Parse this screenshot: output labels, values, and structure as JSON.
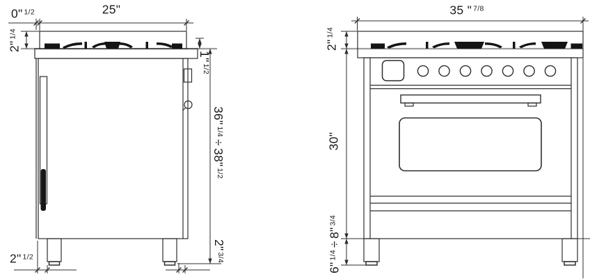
{
  "drawing": {
    "side_view": {
      "dim_front_overhang": {
        "v1": "0\"",
        "f1": "1/2"
      },
      "dim_depth": {
        "v1": "25\""
      },
      "dim_cooktop_band": {
        "v1": "2\"",
        "f1": "1/4"
      },
      "dim_grate_height": {
        "v1": "1\"",
        "f1": "1/2"
      },
      "dim_height_range": {
        "v1": "36\"",
        "f1": "1/4",
        "sep": "÷",
        "v2": "38\"",
        "f2": "1/2"
      },
      "dim_leg_inset_front": {
        "v1": "2\"",
        "f1": "1/2"
      },
      "dim_leg_inset_rear": {
        "v1": "2\"",
        "f1": "3/4"
      }
    },
    "front_view": {
      "dim_width": {
        "v1": "35 \"",
        "f1": "7/8"
      },
      "dim_cooktop_band": {
        "v1": "2\"",
        "f1": "1/4"
      },
      "dim_body_height": {
        "v1": "30\""
      },
      "dim_leg_height_range": {
        "v1": "6\"",
        "f1": "1/4",
        "sep": "÷",
        "v2": "8\"",
        "f2": "3/4"
      }
    },
    "colors": {
      "line": "#2d2d2d",
      "reference_line": "#9e9e9e",
      "fill_black": "#141414",
      "text": "#1b1b1b",
      "background": "#ffffff"
    }
  }
}
